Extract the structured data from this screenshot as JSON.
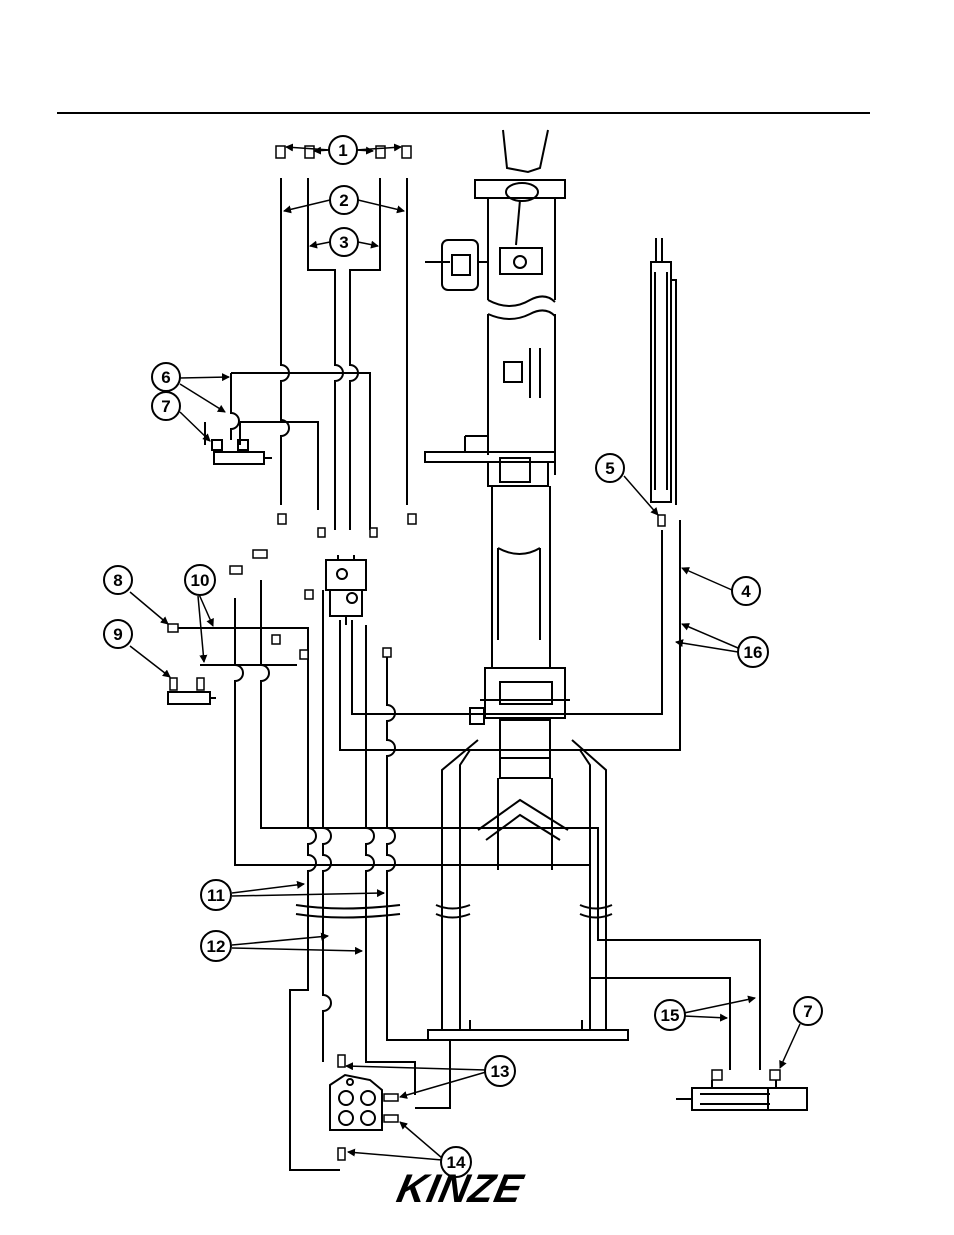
{
  "callouts": [
    "1",
    "2",
    "3",
    "4",
    "5",
    "6",
    "7",
    "7",
    "8",
    "9",
    "10",
    "11",
    "12",
    "13",
    "14",
    "15",
    "16"
  ],
  "logo": "KINZE",
  "colors": {
    "ink": "#000000",
    "paper": "#ffffff"
  }
}
